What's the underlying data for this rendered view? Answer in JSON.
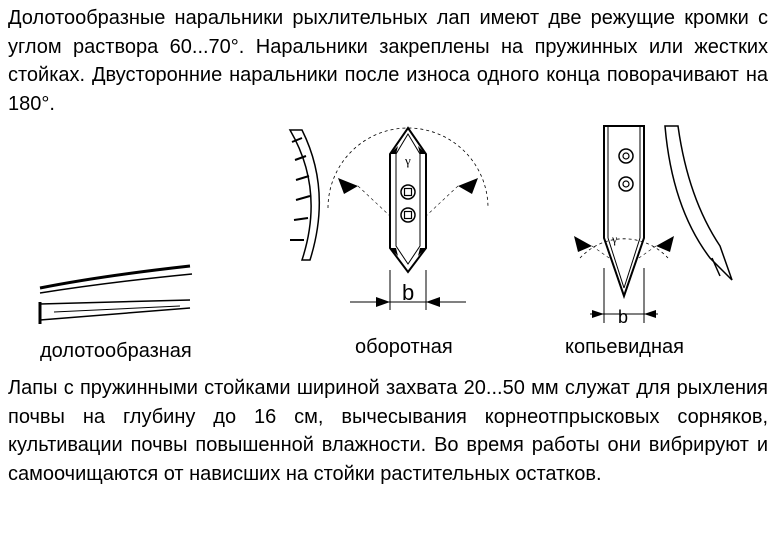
{
  "paragraph_1": "Долотообразные наральники рыхлительных лап имеют две режущие кромки с углом раствора 60...70°. Наральники закреплены на пружинных или жестких стойках. Двусторонние наральники после износа одного конца поворачивают на 180°.",
  "figure": {
    "captions": {
      "chisel": "долотообразная",
      "reversible": "оборотная",
      "spear": "копьевидная"
    },
    "labels": {
      "gamma_reversible": "γ",
      "width_reversible": "b",
      "gamma_spear": "γ",
      "width_spear": "b"
    }
  },
  "paragraph_2": "Лапы с пружинными стойками шириной захвата 20...50 мм служат для рыхления почвы на глубину до 16 см, вычесывания корнеотпрысковых сорняков, культивации почвы повышенной влажности. Во время работы они вибрируют и самоочищаются от нависших на стойки растительных остатков."
}
